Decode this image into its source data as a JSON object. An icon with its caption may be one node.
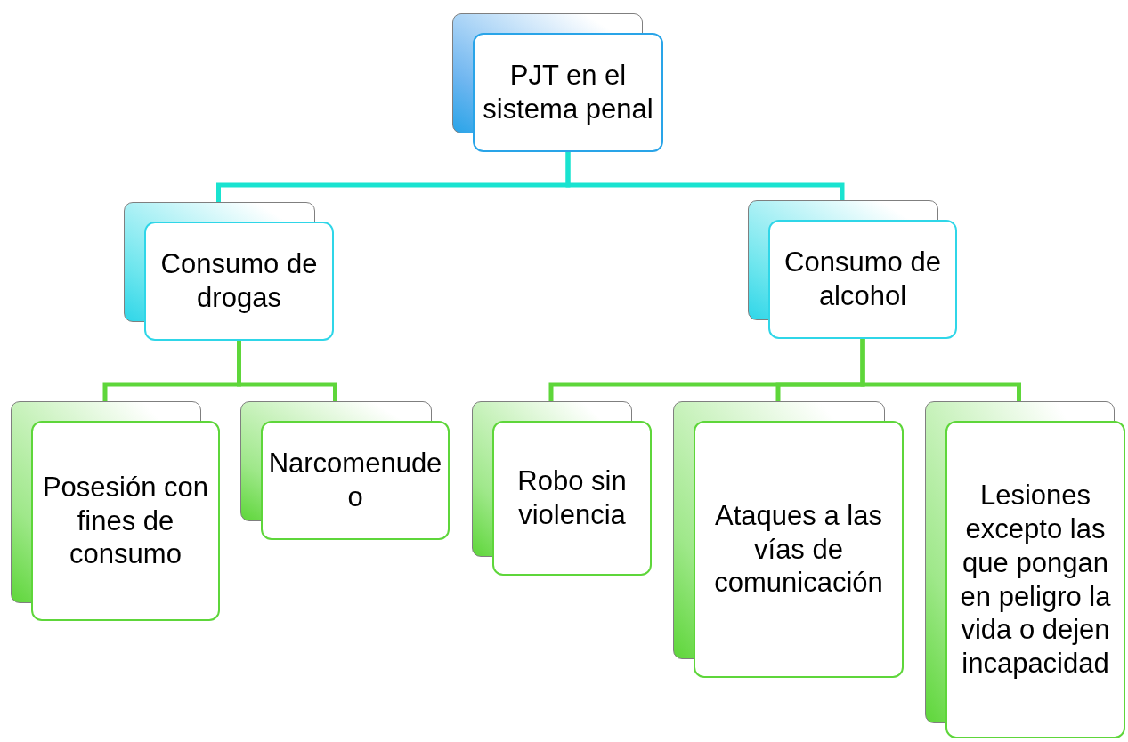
{
  "diagram": {
    "nodes": [
      {
        "text": [
          "PJT en el sistema penal"
        ]
      },
      {
        "text": [
          "Consumo de drogas"
        ]
      },
      {
        "text": [
          "Consumo de alcohol"
        ]
      },
      {
        "text": [
          "Posesión con fines de consumo"
        ]
      },
      {
        "text": [
          "Narcomenudeo"
        ]
      },
      {
        "text": [
          "Robo sin violencia"
        ]
      },
      {
        "text": [
          "Ataques a las vías de comunicación"
        ]
      },
      {
        "text": [
          "Lesiones excepto las que pongan en peligro la vida o dejen incapacidad"
        ]
      }
    ],
    "edges": [
      {
        "from": 0,
        "to": 1,
        "arrow": "none",
        "color": "#19e3d0"
      },
      {
        "from": 0,
        "to": 2,
        "arrow": "none",
        "color": "#19e3d0"
      },
      {
        "from": 1,
        "to": 3,
        "arrow": "none"
      },
      {
        "from": 1,
        "to": 4,
        "arrow": "none"
      },
      {
        "from": 2,
        "to": 5,
        "arrow": "none"
      },
      {
        "from": 2,
        "to": 6,
        "arrow": "none"
      },
      {
        "from": 2,
        "to": 7,
        "arrow": "none"
      }
    ]
  }
}
